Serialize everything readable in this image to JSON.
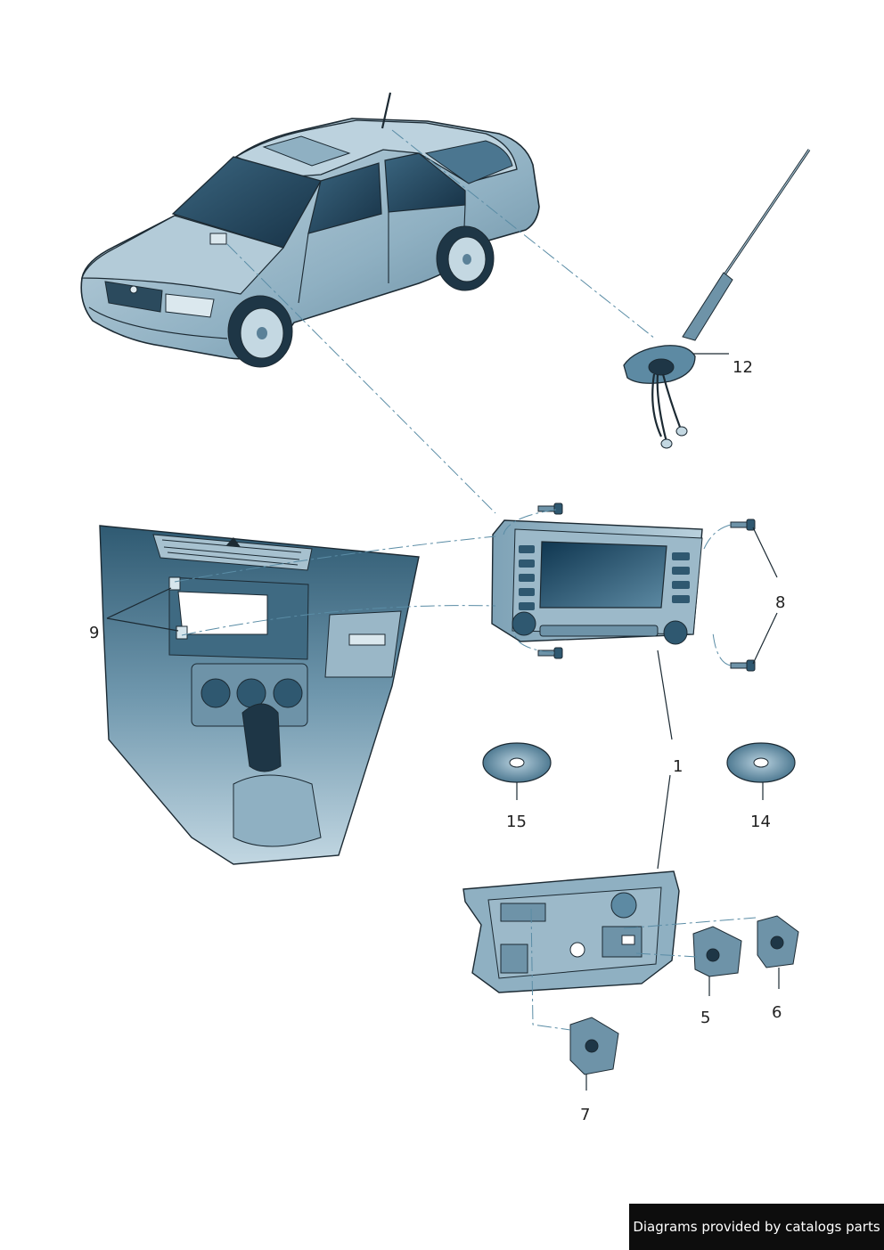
{
  "callouts": {
    "c1": "1",
    "c5": "5",
    "c6": "6",
    "c7": "7",
    "c8": "8",
    "c9": "9",
    "c12": "12",
    "c14": "14",
    "c15": "15"
  },
  "footer": {
    "text": "Diagrams provided by catalogs parts"
  },
  "colors": {
    "part_fill": "#a8c3d2",
    "part_dark": "#2f5870",
    "part_mid": "#6e93a8",
    "outline": "#1c2a33",
    "leader": "#5a8ca5"
  }
}
